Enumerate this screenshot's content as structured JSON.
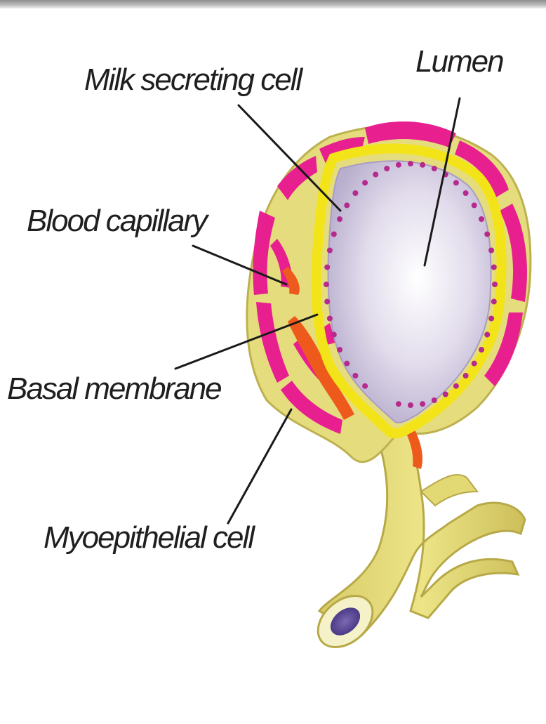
{
  "labels": {
    "lumen": "Lumen",
    "milk_secreting_cell": "Milk secreting cell",
    "blood_capillary": "Blood capillary",
    "basal_membrane": "Basal membrane",
    "myoepithelial_cell": "Myoepithelial cell"
  },
  "colors": {
    "duct": "#e6dc84",
    "epithelium_band": "#ece271",
    "capillary": "#e81f8f",
    "basal_membrane": "#f3e419",
    "lumen": "#d9d1e7",
    "cell_dots": "#b52a8d",
    "myoepithelial": "#ee5a1c",
    "label_text": "#1f1f1f",
    "leader_lines": "#1a1a1a"
  }
}
